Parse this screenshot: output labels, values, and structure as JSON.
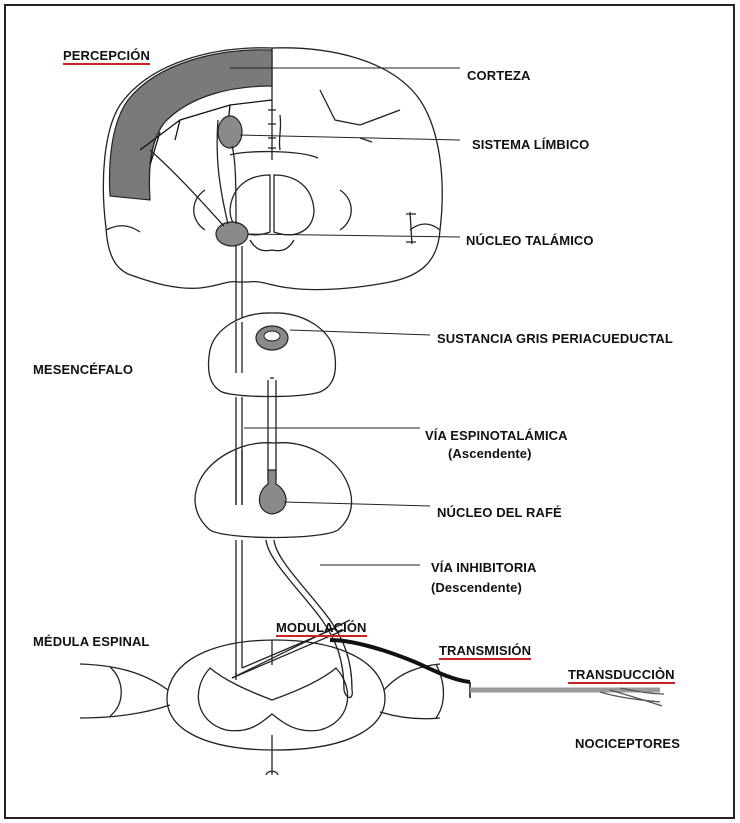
{
  "labels": {
    "percepcion": "PERCEPCIÓN",
    "corteza": "CORTEZA",
    "sistema_limbico": "SISTEMA LÍMBICO",
    "nucleo_talamico": "NÚCLEO TALÁMICO",
    "sustancia_gris": "SUSTANCIA GRIS PERIACUEDUCTAL",
    "mesencefalo": "MESENCÉFALO",
    "via_espinotalamica": "VÍA ESPINOTALÁMICA",
    "ascendente": "(Ascendente)",
    "nucleo_rafe": "NÚCLEO DEL RAFÉ",
    "via_inhibitoria": "VÍA INHIBITORIA",
    "descendente": "(Descendente)",
    "medula_espinal": "MÉDULA ESPINAL",
    "modulacion": "MODULACIÓN",
    "transmision": "TRANSMISIÓN",
    "transduccion": "TRANSDUCCIÒN",
    "nociceptores": "NOCICEPTORES"
  },
  "colors": {
    "highlight_underline": "#cc2222",
    "shaded_region": "#7a7a7a",
    "line": "#222222"
  }
}
